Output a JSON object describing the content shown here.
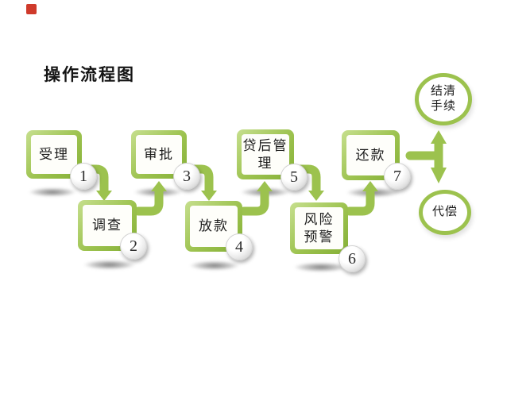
{
  "title": "操作流程图",
  "theme": {
    "green": "#9cc24e",
    "green_light": "#c6df8e",
    "green_dark": "#85b037",
    "marker_red": "#cf3a2b"
  },
  "steps": [
    {
      "num": "1",
      "label": "受理"
    },
    {
      "num": "2",
      "label": "调查"
    },
    {
      "num": "3",
      "label": "审批"
    },
    {
      "num": "4",
      "label": "放款"
    },
    {
      "num": "5",
      "label": "贷后管\n理"
    },
    {
      "num": "6",
      "label": "风险\n预警"
    },
    {
      "num": "7",
      "label": "还款"
    }
  ],
  "outcomes": [
    {
      "label": "结清\n手续"
    },
    {
      "label": "代偿"
    }
  ]
}
